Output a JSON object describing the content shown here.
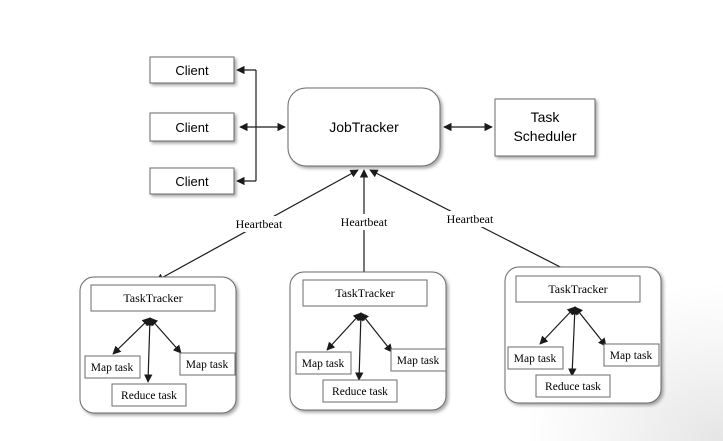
{
  "clients": [
    "Client",
    "Client",
    "Client"
  ],
  "jobtracker": "JobTracker",
  "scheduler": [
    "Task",
    "Scheduler"
  ],
  "heartbeat": "Heartbeat",
  "tasktracker": "TaskTracker",
  "map_task": "Map task",
  "reduce_task": "Reduce task"
}
